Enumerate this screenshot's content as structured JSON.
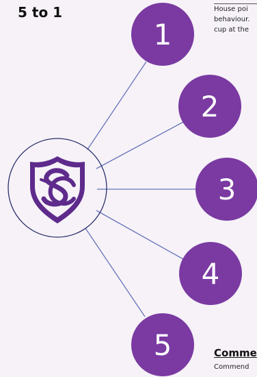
{
  "title": "5 to 1",
  "side_text_lines": [
    "House poi",
    "behaviour.",
    "cup at the"
  ],
  "side_heading": "Comme",
  "side_footer": "Commend",
  "steps": [
    {
      "label": "1"
    },
    {
      "label": "2"
    },
    {
      "label": "3"
    },
    {
      "label": "4"
    },
    {
      "label": "5"
    }
  ],
  "colors": {
    "circle_fill": "#7a3aa1",
    "circle_text": "#ffffff",
    "line": "#6674b8",
    "hub_outline": "#2a2f6b",
    "shield_fill": "#5e2a8c",
    "background": "#f6f2f8"
  },
  "icons": {
    "hub": "school-crest-icon"
  }
}
